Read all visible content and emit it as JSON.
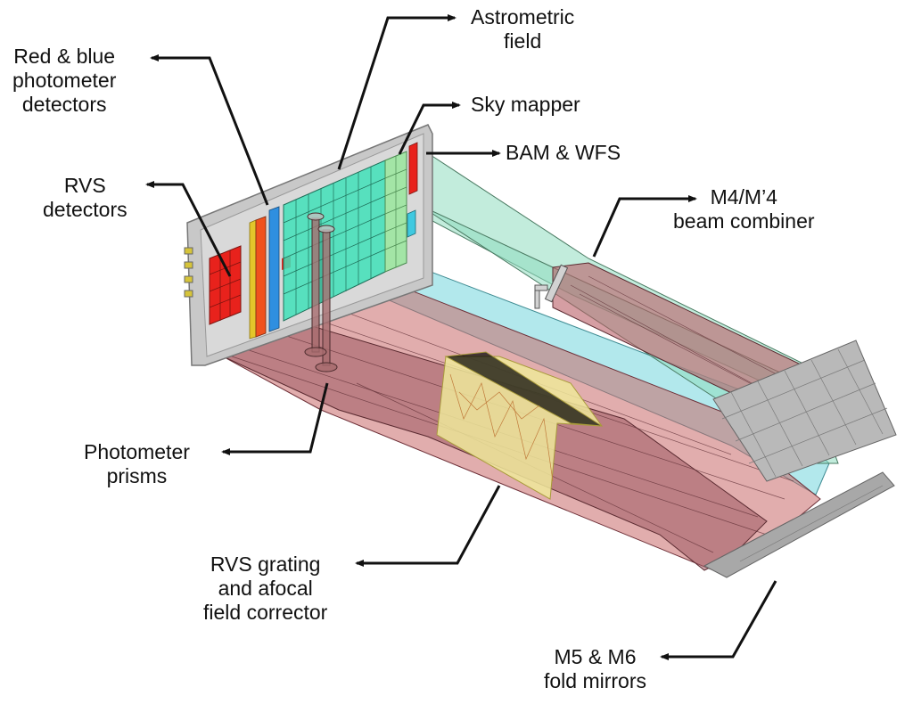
{
  "title": "Gaia payload focal plane and optical path diagram",
  "colors": {
    "background": "#ffffff",
    "leader_line": "#111111",
    "label_text": "#111111",
    "red_beam": "#c96a6a",
    "red_beam_dark": "#8a4a50",
    "cyan_beam": "#7fd8e0",
    "green_beam": "#8fdcbf",
    "astro_ccd": "#3fe0b8",
    "skymapper_ccd": "#9ce6a0",
    "rvs_ccd": "#e8221c",
    "rp_ccd": "#f0521e",
    "bp_ccd": "#2f8fe0",
    "grating_box": "#efe79a",
    "structure_grey": "#b9b9b9"
  },
  "labels": [
    {
      "id": "red-blue-photometer-detectors",
      "lines": [
        "Red & blue",
        "photometer",
        "detectors"
      ]
    },
    {
      "id": "rvs-detectors",
      "lines": [
        "RVS",
        "detectors"
      ]
    },
    {
      "id": "astrometric-field",
      "lines": [
        "Astrometric",
        "field"
      ]
    },
    {
      "id": "sky-mapper",
      "lines": [
        "Sky mapper"
      ]
    },
    {
      "id": "bam-wfs",
      "lines": [
        "BAM & WFS"
      ]
    },
    {
      "id": "m4-beam-combiner",
      "lines": [
        "M4/M’4",
        "beam combiner"
      ]
    },
    {
      "id": "photometer-prisms",
      "lines": [
        "Photometer",
        "prisms"
      ]
    },
    {
      "id": "rvs-grating",
      "lines": [
        "RVS grating",
        "and afocal",
        "field corrector"
      ]
    },
    {
      "id": "m5-m6-fold-mirrors",
      "lines": [
        "M5 & M6",
        "fold mirrors"
      ]
    }
  ]
}
